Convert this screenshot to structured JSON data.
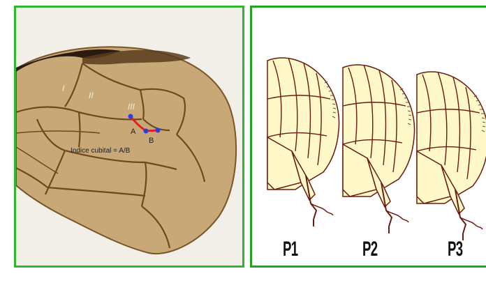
{
  "wing": {
    "cell_labels": [
      "I",
      "II",
      "III"
    ],
    "point_a": "A",
    "point_b": "B",
    "index_label": "Indice cubital = A/B",
    "colors": {
      "segment_a": "#e02020",
      "segment_b": "#e02020",
      "points": "#2a3fe0",
      "veins": "#6b4a1e",
      "membrane": "#c9a878"
    }
  },
  "legs": {
    "labels": [
      "P1",
      "P2",
      "P3"
    ],
    "colors": {
      "fill": "#fff8c8",
      "outline": "#6a1a10"
    }
  },
  "frame_colors": {
    "left": "#2fb52f",
    "right": "#1fa51f"
  }
}
